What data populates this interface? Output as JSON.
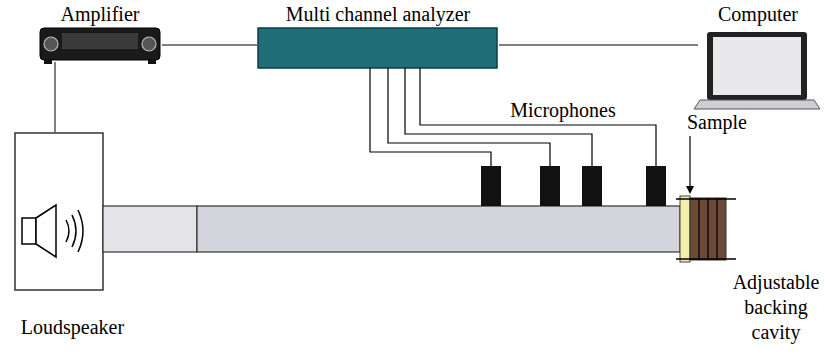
{
  "diagram": {
    "nodes": [
      {
        "text": [
          "Amplifier"
        ]
      },
      {
        "text": [
          "Multi channel analyzer"
        ]
      },
      {
        "text": [
          "Computer"
        ]
      },
      {
        "text": [
          "Loudspeaker"
        ]
      }
    ],
    "edges": [
      {
        "from": 0,
        "to": 1,
        "arrow": "none"
      },
      {
        "from": 1,
        "to": 2,
        "arrow": "none"
      },
      {
        "from": 0,
        "to": 3,
        "arrow": "none"
      }
    ],
    "labels": [
      "Microphones",
      "Sample",
      "Adjustable backing cavity"
    ]
  }
}
